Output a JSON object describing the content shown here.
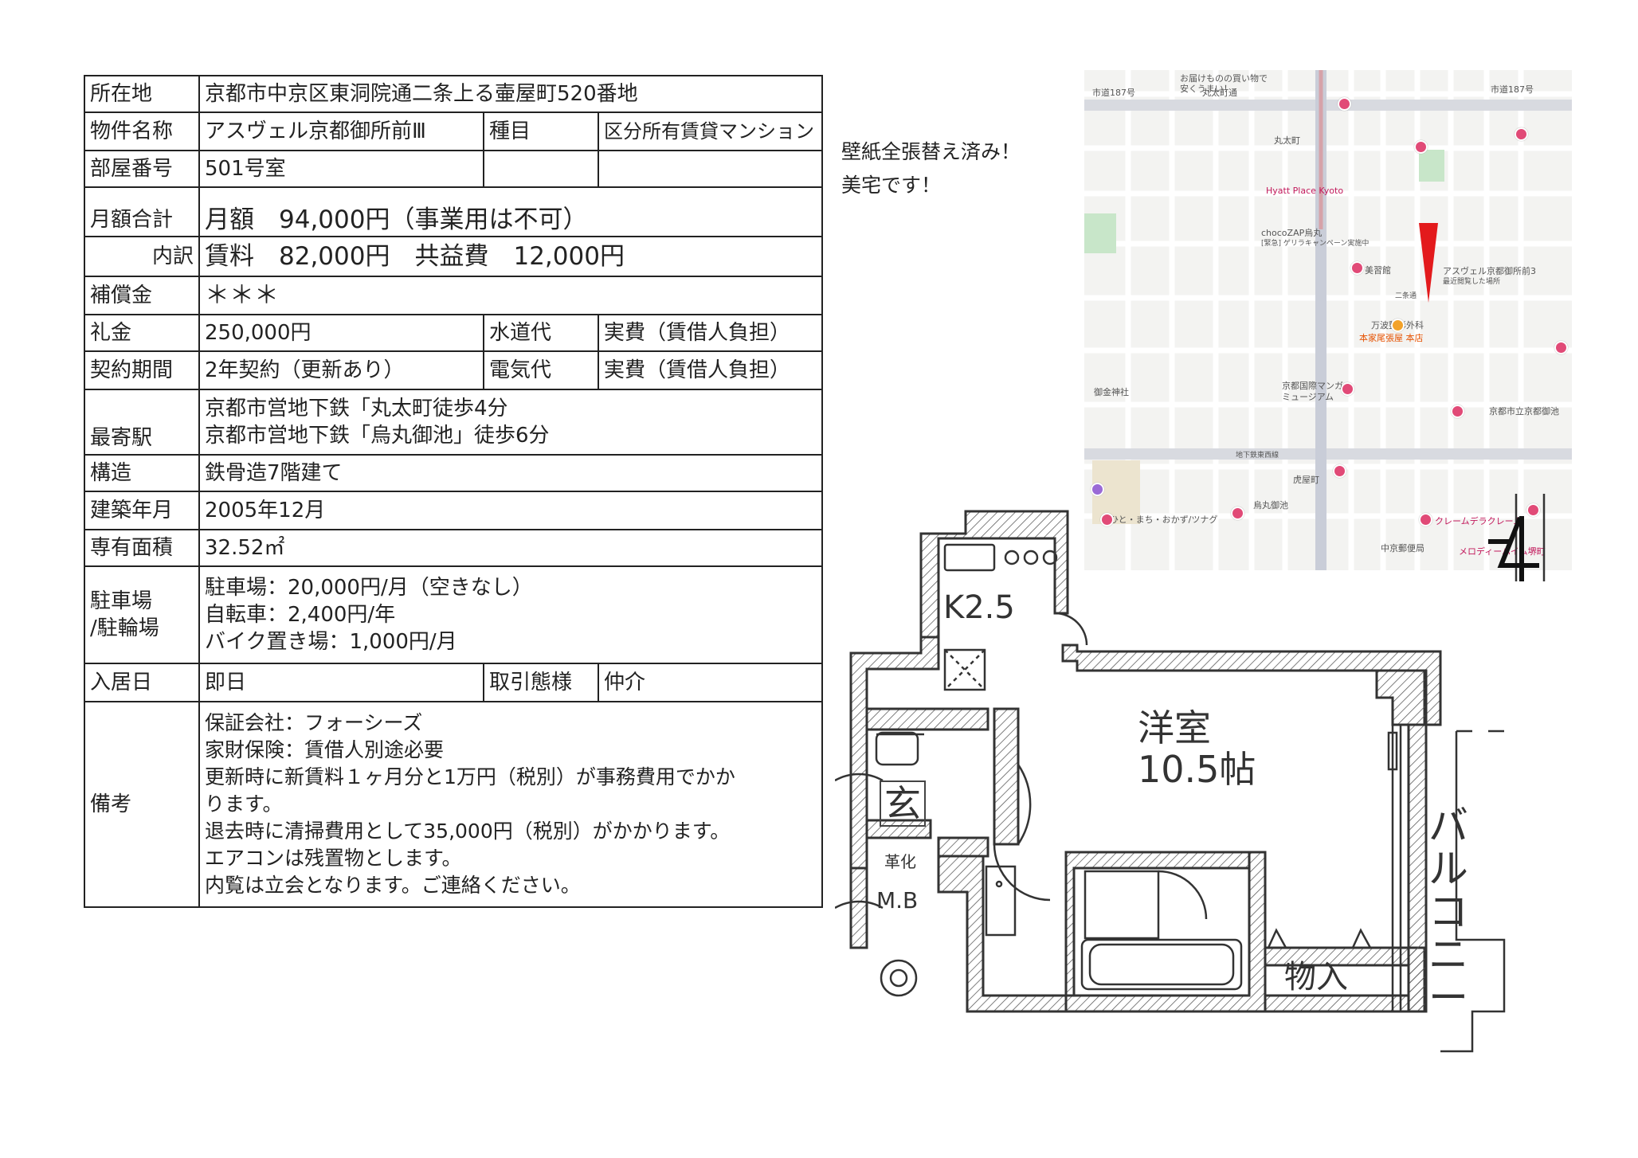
{
  "property": {
    "location": {
      "label": "所在地",
      "value": "京都市中京区東洞院通二条上る壷屋町520番地"
    },
    "name": {
      "label": "物件名称",
      "value": "アスヴェル京都御所前Ⅲ",
      "type_label": "種目",
      "type_value": "区分所有賃貸マンション"
    },
    "room": {
      "label": "部屋番号",
      "value": "501号室"
    },
    "monthly_total": {
      "label": "月額合計",
      "value": "月額　94,000円（事業用は不可）"
    },
    "breakdown": {
      "label": "内訳",
      "value": "賃料　82,000円　共益費　12,000円"
    },
    "compensation": {
      "label": "補償金",
      "value": "＊＊＊"
    },
    "key_money": {
      "label": "礼金",
      "value": "250,000円",
      "water_label": "水道代",
      "water_value": "実費（賃借人負担）"
    },
    "contract": {
      "label": "契約期間",
      "value": "2年契約（更新あり）",
      "electric_label": "電気代",
      "electric_value": "実費（賃借人負担）"
    },
    "station": {
      "label": "最寄駅",
      "lines": [
        "京都市営地下鉄「丸太町徒歩4分",
        "京都市営地下鉄「烏丸御池」徒歩6分"
      ]
    },
    "structure": {
      "label": "構造",
      "value": "鉄骨造7階建て"
    },
    "built": {
      "label": "建築年月",
      "value": "2005年12月"
    },
    "area": {
      "label": "専有面積",
      "value": "32.52㎡"
    },
    "parking": {
      "label_lines": [
        "駐車場",
        "/駐輪場"
      ],
      "lines": [
        "駐車場：20,000円/月（空きなし）",
        "自転車：2,400円/年",
        "バイク置き場：1,000円/月"
      ]
    },
    "move_in": {
      "label": "入居日",
      "value": "即日",
      "deal_label": "取引態様",
      "deal_value": "仲介"
    },
    "remarks": {
      "label": "備考",
      "lines": [
        "保証会社：フォーシーズ",
        "家財保険：賃借人別途必要",
        "更新時に新賃料１ヶ月分と1万円（税別）が事務費用でかか",
        "ります。",
        "退去時に清掃費用として35,000円（税別）がかかります。",
        "エアコンは残置物とします。",
        "内覧は立会となります。ご連絡ください。"
      ]
    }
  },
  "note": {
    "lines": [
      "壁紙全張替え済み！",
      "美宅です！"
    ]
  },
  "map": {
    "labels": {
      "road1": "市道187号",
      "road2": "丸太町通",
      "road3": "市道187号",
      "stn1": "丸太町",
      "hotel": "Hyatt Place Kyoto",
      "choco": "chocoZAP烏丸",
      "choco_sub": "[緊急] ゲリラキャンペーン実施中",
      "bldg": "アスヴェル京都御所前3",
      "bldg_sub": "最近閲覧した場所",
      "salon": "美習館",
      "nijo": "二条通",
      "clinic": "万波整形外科",
      "shop": "本家尾張屋 本店",
      "manga": "京都国際マンガ",
      "manga2": "ミュージアム",
      "shrine": "御金神社",
      "kyoto_pref": "京都市立京都御池",
      "oike": "地下鉄東西線",
      "karasumaoike": "烏丸御池",
      "tora": "虎屋町",
      "hito": "ひと・まち・おかず/ツナグ",
      "cream": "クレームデラクレーム",
      "post": "中京郵便局",
      "melody": "メロディーハイム堺町",
      "top": "お届けものの買い物で",
      "top2": "安くうまい！"
    }
  },
  "floorplan": {
    "kitchen": "K2.5",
    "room_name": "洋室",
    "room_size": "10.5帖",
    "entry": "玄",
    "shoe": "革化",
    "mb": "M.B",
    "storage": "物入",
    "balcony": [
      "バ",
      "ル",
      "コ",
      "ニ",
      "ー"
    ]
  }
}
